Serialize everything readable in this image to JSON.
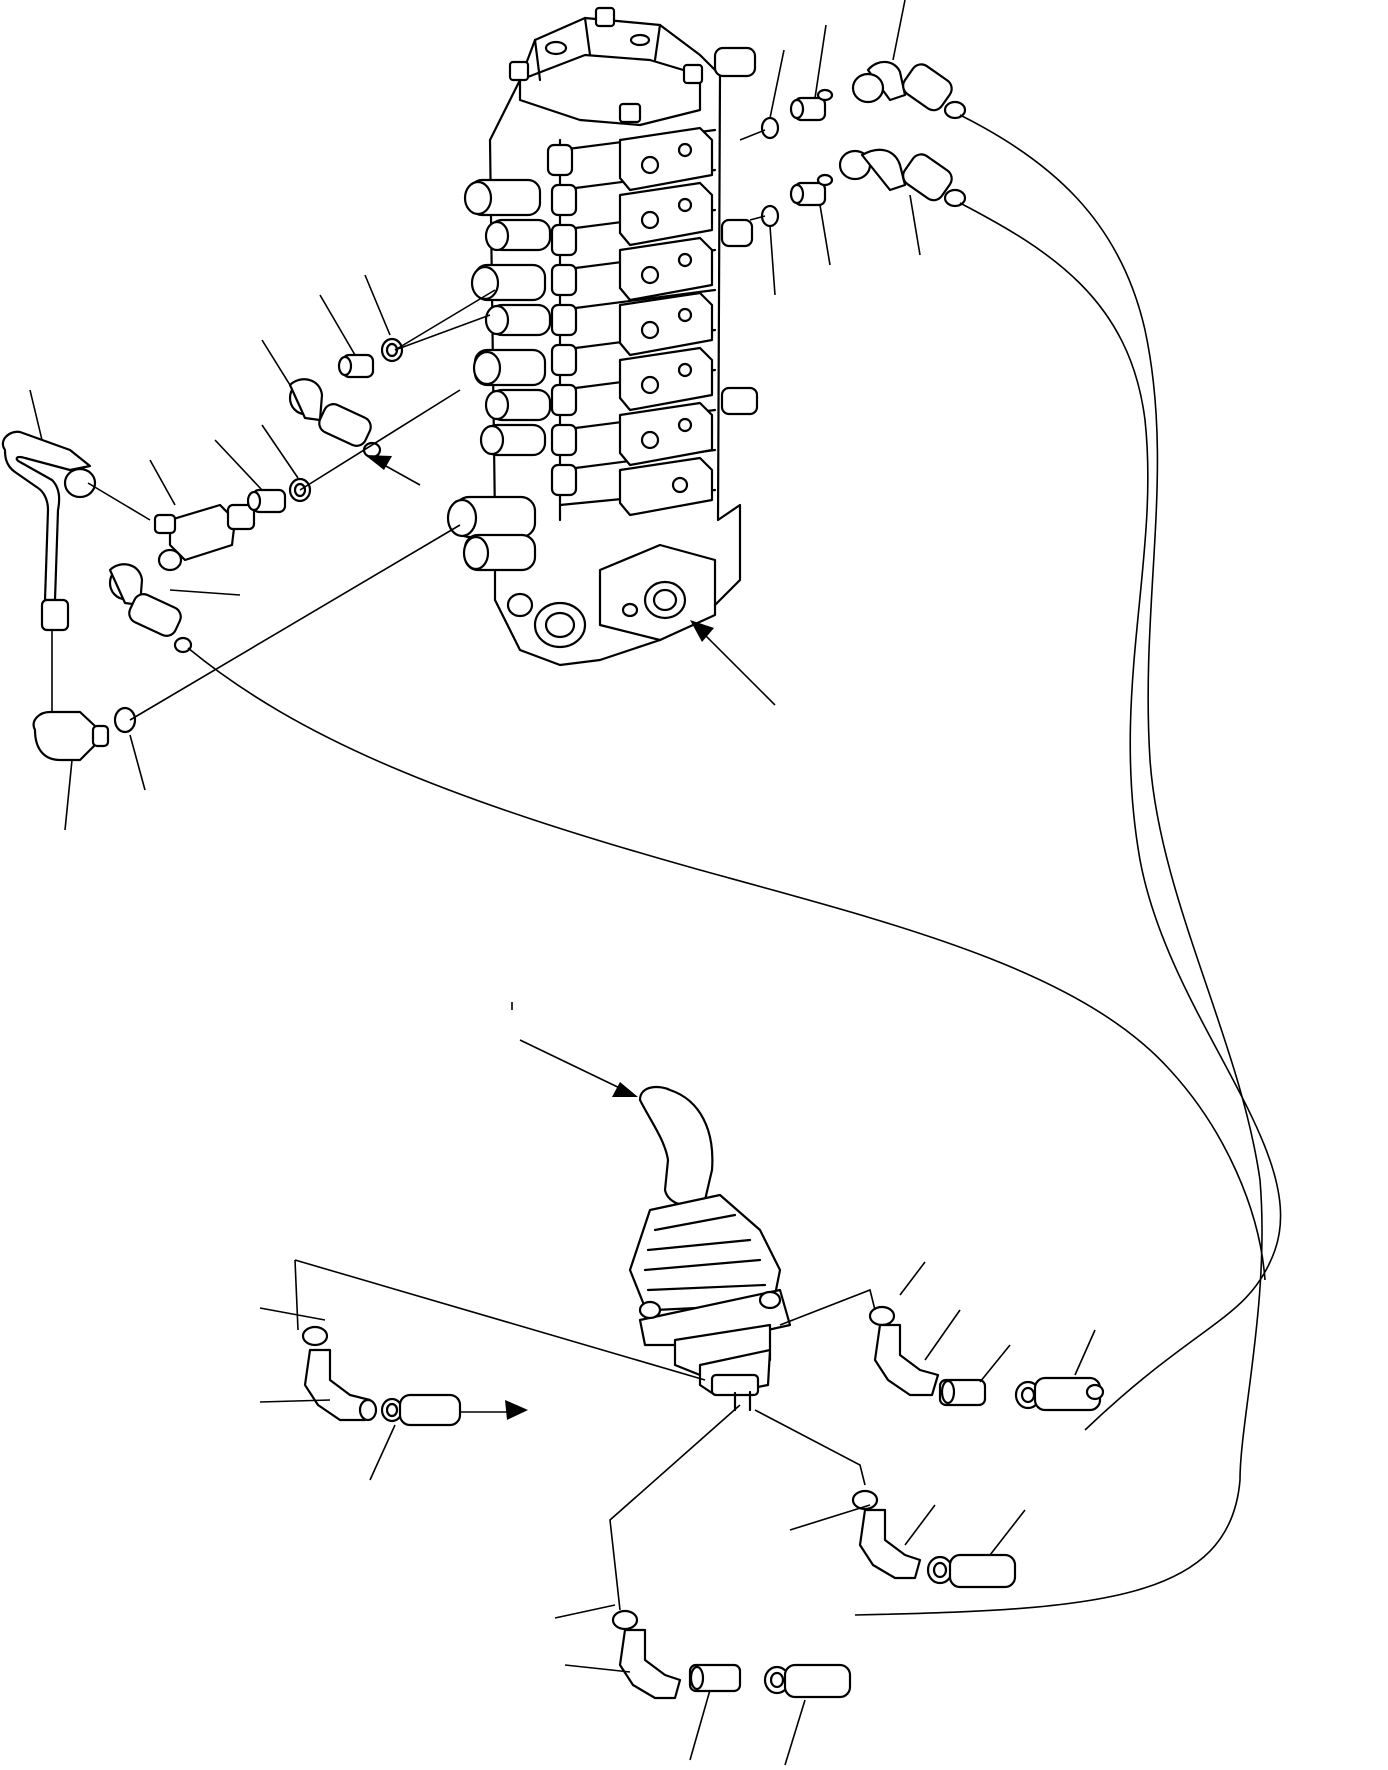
{
  "diagram": {
    "kind": "exploded parts view",
    "parts": [
      "control-valve-block",
      "joystick-control-lever",
      "pilot-hoses",
      "elbow-fittings",
      "connector-fittings",
      "o-rings",
      "pipe-line",
      "tee-fitting"
    ],
    "callouts_have_text": false,
    "direction_arrows": 4
  }
}
